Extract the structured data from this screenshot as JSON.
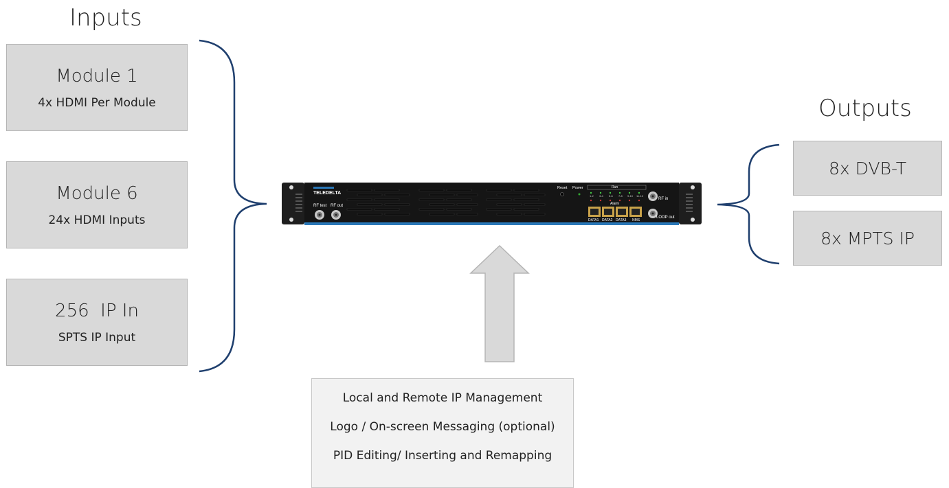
{
  "inputs": {
    "heading": "Inputs",
    "boxes": [
      {
        "title": "Module 1",
        "subtitle": "4x HDMI Per Module"
      },
      {
        "title": "Module 6",
        "subtitle": "24x HDMI Inputs"
      },
      {
        "title": "256  IP In",
        "subtitle": "SPTS IP Input"
      }
    ]
  },
  "outputs": {
    "heading": "Outputs",
    "boxes": [
      {
        "title": "8x DVB-T"
      },
      {
        "title": "8x MPTS IP"
      }
    ]
  },
  "device": {
    "brand": "TELEDELTA",
    "labels": {
      "rf_test": "RF test",
      "rf_out": "RF out",
      "reset": "Reset",
      "power": "Power",
      "run": "Run",
      "alarm": "Alarm",
      "rf_in": "RF in",
      "loop_out": "LOOP out",
      "data1": "DATA1",
      "data2": "DATA2",
      "data3": "DATA3",
      "nms": "NMS"
    },
    "channel_pairs": [
      "1-2",
      "3-4",
      "5-6",
      "7-8",
      "9-10",
      "11-12"
    ]
  },
  "management": {
    "lines": [
      "Local and Remote IP Management",
      "Logo / On-screen Messaging (optional)",
      "PID Editing/ Inserting and Remapping"
    ]
  },
  "colors": {
    "brace": "#1f3f6e",
    "box_fill": "#d9d9d9",
    "arrow_fill": "#d9d9d9",
    "device_body": "#151515",
    "device_stripe": "#2a78b8"
  }
}
